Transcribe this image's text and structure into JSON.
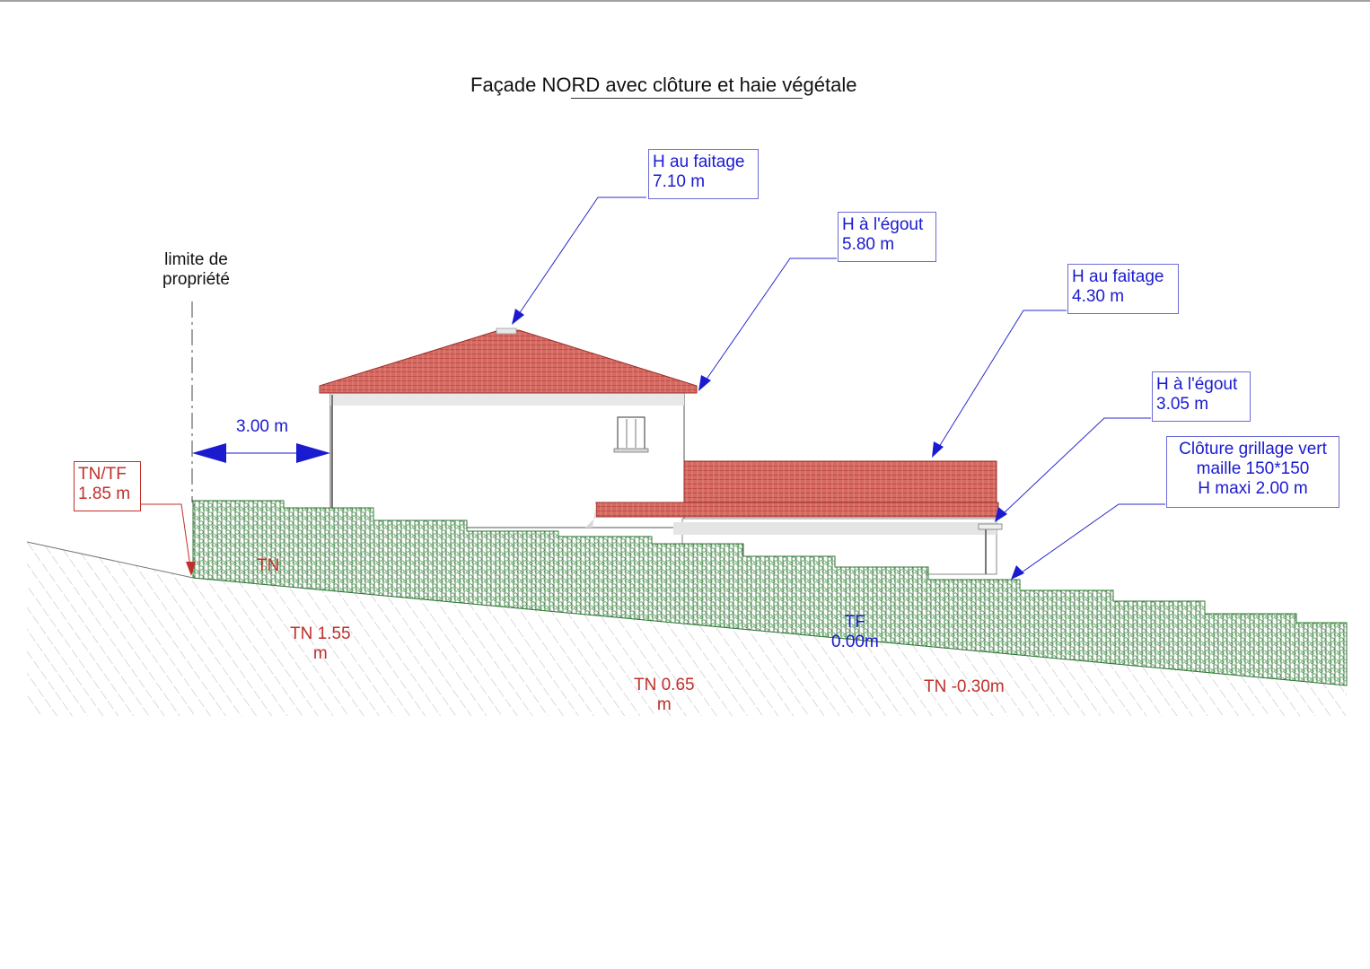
{
  "title": "Façade NORD avec clôture et haie végétale",
  "property_limit": {
    "line1": "limite de",
    "line2": "propriété"
  },
  "setback": {
    "label": "3.00 m"
  },
  "callouts": {
    "ridge_main": {
      "line1": "H au faitage",
      "line2": "7.10 m"
    },
    "eave_main": {
      "line1": "H à l'égout",
      "line2": "5.80 m"
    },
    "ridge_annex": {
      "line1": "H au faitage",
      "line2": "4.30 m"
    },
    "eave_annex": {
      "line1": "H à l'égout",
      "line2": "3.05 m"
    },
    "fence": {
      "line1": "Clôture grillage vert",
      "line2": "maille 150*150",
      "line3": "H maxi 2.00 m"
    }
  },
  "levels": {
    "tntf": {
      "line1": "TN/TF",
      "line2": "1.85 m"
    },
    "tn": {
      "label": "TN"
    },
    "tn_155": {
      "line1": "TN 1.55",
      "line2": "m"
    },
    "tn_065": {
      "line1": "TN 0.65",
      "line2": "m"
    },
    "tn_m030": {
      "label": "TN -0.30m"
    },
    "tf": {
      "line1": "TF",
      "line2": "0.00m"
    }
  },
  "colors": {
    "annotation_blue": "#1a1ad0",
    "level_red": "#c0302a",
    "roof_tile": "#c9504a",
    "hedge_green": "#3f9a45",
    "ground_hatch": "#9a9a9a"
  }
}
